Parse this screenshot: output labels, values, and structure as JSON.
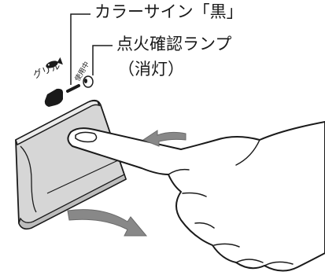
{
  "callouts": {
    "color_sign": "カラーサイン「黒」",
    "ignition_lamp": "点火確認ランプ",
    "lamp_state": "（消灯）"
  },
  "panel": {
    "grill_label": "グリル",
    "in_use_label": "使用中"
  },
  "colors": {
    "stroke": "#1a1a1a",
    "panel_fill": "#d6d6d6",
    "arrow_fill": "#888888",
    "color_sign": "#1a1a1a"
  }
}
